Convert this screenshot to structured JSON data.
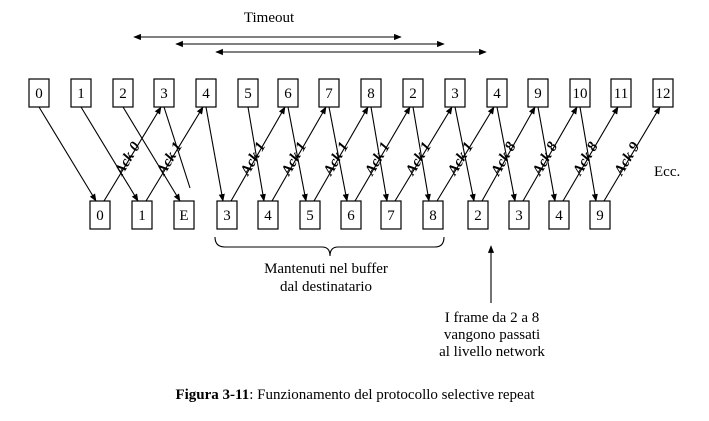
{
  "timeout_label": "Timeout",
  "sender_frames": [
    "0",
    "1",
    "2",
    "3",
    "4",
    "5",
    "6",
    "7",
    "8",
    "2",
    "3",
    "4",
    "9",
    "10",
    "11",
    "12"
  ],
  "receiver_frames": [
    "0",
    "1",
    "E",
    "3",
    "4",
    "5",
    "6",
    "7",
    "8",
    "2",
    "3",
    "4",
    "9"
  ],
  "acks": [
    "Ack 0",
    "Ack 1",
    "Ack 1",
    "Ack 1",
    "Ack 1",
    "Ack 1",
    "Ack 1",
    "Ack 1",
    "Ack 8",
    "Ack 8",
    "Ack 8",
    "Ack 9"
  ],
  "ecc_label": "Ecc.",
  "buffer_label": [
    "Mantenuti nel buffer",
    "dal destinatario"
  ],
  "network_label": [
    "I frame da 2 a 8",
    "vangono passati",
    "al livello network"
  ],
  "caption": {
    "bold": "Figura 3-11",
    "rest": ": Funzionamento del protocollo selective repeat"
  }
}
